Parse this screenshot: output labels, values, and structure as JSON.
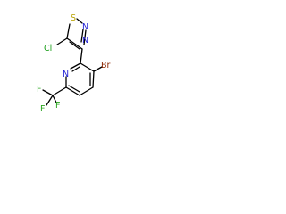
{
  "structure": {
    "atoms": {
      "chlorine": "Cl",
      "sulfur": "S",
      "thiadiazole_n_upper": "N",
      "thiadiazole_n_lower": "N",
      "pyridine_n": "N",
      "bromine": "Br",
      "fluorine_1": "F",
      "fluorine_2": "F",
      "fluorine_3": "F"
    },
    "colors": {
      "bond": "#000000",
      "chlorine": "#1fa01f",
      "sulfur": "#b8a200",
      "nitrogen": "#2424d6",
      "bromine": "#8b2500",
      "fluorine": "#2aa51f"
    }
  }
}
